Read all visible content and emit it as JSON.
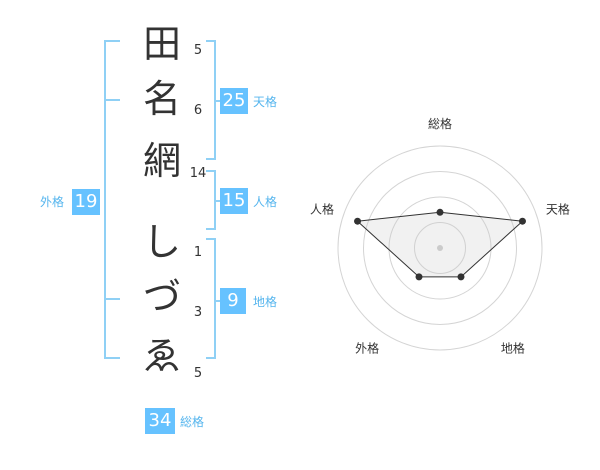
{
  "name": {
    "chars": [
      "田",
      "名",
      "網",
      "し",
      "づ",
      "ゑ"
    ],
    "strokes": [
      "5",
      "6",
      "14",
      "1",
      "3",
      "5"
    ]
  },
  "fortune": {
    "tenkaku": {
      "value": "25",
      "label": "天格"
    },
    "jinkaku": {
      "value": "15",
      "label": "人格"
    },
    "chikaku": {
      "value": "9",
      "label": "地格"
    },
    "gaikaku": {
      "value": "19",
      "label": "外格"
    },
    "soukaku": {
      "value": "34",
      "label": "総格"
    }
  },
  "colors": {
    "accent": "#66c2ff",
    "bracket": "#8fd0f5",
    "text": "#333333"
  },
  "chart_data": {
    "type": "radar",
    "axes": [
      "総格",
      "天格",
      "地格",
      "外格",
      "人格"
    ],
    "values": [
      0.35,
      0.85,
      0.35,
      0.35,
      0.85
    ],
    "rmax": 1,
    "grid_rings": 4,
    "grid": true
  }
}
